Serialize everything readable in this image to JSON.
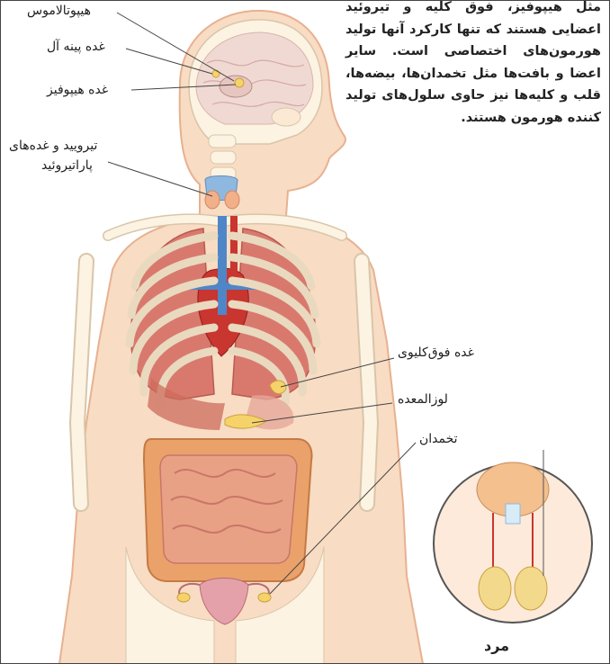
{
  "description_text": "مثل هیپوفیز، فوق کلیه و تیروئید اعضایی هستند که تنها کارکرد آنها تولید هورمون‌های اختصاصی است. سایر اعضا و بافت‌ها مثل تخمدان‌ها، بیضه‌ها، قلب و کلیه‌ها نیز حاوی سلول‌های تولید کننده هورمون هستند.",
  "labels": {
    "hypothalamus": "هیپوتالاموس",
    "pineal": "غده پینه آل",
    "pituitary": "غده هیپوفیز",
    "thyroid_line1": "تیرویید و غده‌های",
    "thyroid_line2": "پاراتیروئید",
    "adrenal": "غده فوق‌کلیوی",
    "pancreas": "لوزالمعده",
    "ovary": "تخمدان"
  },
  "inset_caption": "مرد",
  "colors": {
    "skin": "#f8dcc3",
    "skin_outline": "#e7b190",
    "bone": "#fdf3e2",
    "muscle": "#d9796e",
    "intestine": "#e8a184",
    "colon": "#eaa26a",
    "gland_yellow": "#f6d36a",
    "thyroid_blue": "#8fb8e0",
    "vein_blue": "#4f86c8",
    "artery_red": "#c9352f"
  }
}
